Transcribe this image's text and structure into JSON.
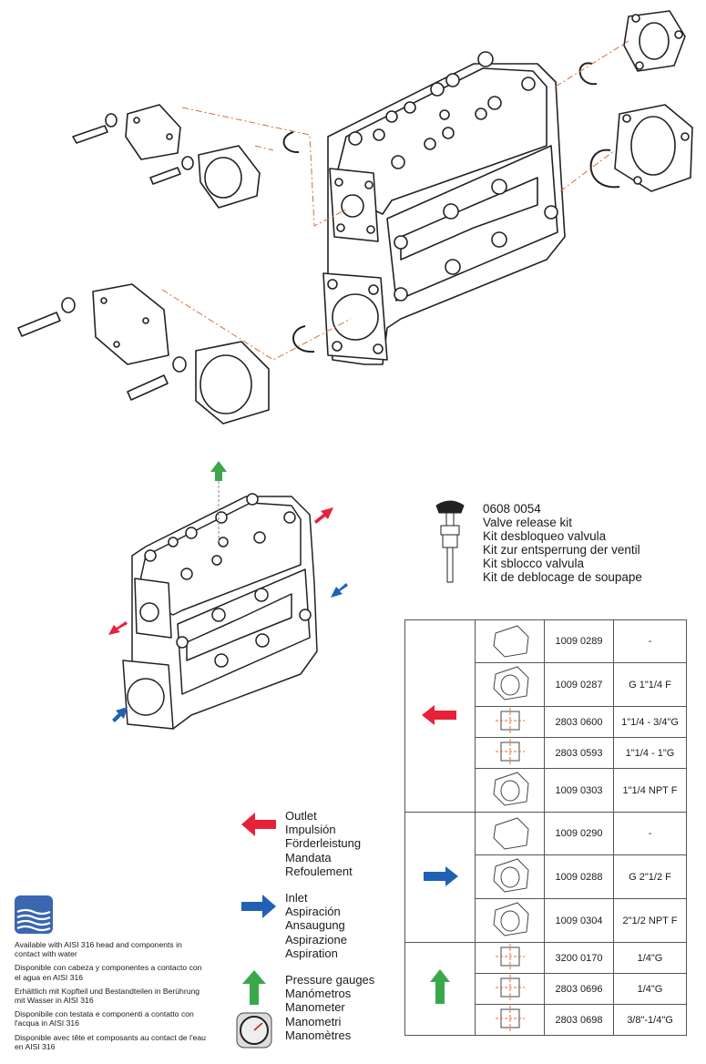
{
  "kit": {
    "code": "0608 0054",
    "labels": [
      "Valve release kit",
      "Kit desbloqueo valvula",
      "Kit zur entsperrung der ventil",
      "Kit sblocco valvula",
      "Kit de deblocage de soupape"
    ]
  },
  "legend": {
    "outlet": [
      "Outlet",
      "Impulsión",
      "Förderleistung",
      "Mandata",
      "Refoulement"
    ],
    "inlet": [
      "Inlet",
      "Aspiración",
      "Ansaugung",
      "Aspirazione",
      "Aspiration"
    ],
    "gauges": [
      "Pressure gauges",
      "Manómetros",
      "Manometer",
      "Manometri",
      "Manomètres"
    ]
  },
  "aisi": [
    "Available with AISI 316 head and components in contact with water",
    "Disponible con cabeza y componentes a contacto con el agua en AISI 316",
    "Erhältlich mit Kopfteil und Bestandteilen in Berührung mit Wasser in AISI 316",
    "Disponibile con testata e componenti a contatto con l'acqua in AISI 316",
    "Disponible avec tête et composants au contact de l'eau en AISI 316"
  ],
  "table": {
    "outlet_rows": [
      {
        "icon": "blind-flange-icon",
        "code": "1009 0289",
        "desc": "-"
      },
      {
        "icon": "threaded-flange-icon",
        "code": "1009 0287",
        "desc": "G 1\"1/4 F"
      },
      {
        "icon": "fitting-icon",
        "code": "2803 0600",
        "desc": "1\"1/4 - 3/4\"G"
      },
      {
        "icon": "fitting-icon",
        "code": "2803 0593",
        "desc": "1\"1/4 - 1\"G"
      },
      {
        "icon": "threaded-flange-icon",
        "code": "1009 0303",
        "desc": "1\"1/4 NPT F"
      }
    ],
    "inlet_rows": [
      {
        "icon": "blind-flange-icon",
        "code": "1009 0290",
        "desc": "-"
      },
      {
        "icon": "threaded-flange-icon",
        "code": "1009 0288",
        "desc": "G 2\"1/2 F"
      },
      {
        "icon": "threaded-flange-icon",
        "code": "1009 0304",
        "desc": "2\"1/2 NPT F"
      }
    ],
    "gauge_rows": [
      {
        "icon": "fitting-icon",
        "code": "3200 0170",
        "desc": "1/4\"G"
      },
      {
        "icon": "fitting-icon",
        "code": "2803 0696",
        "desc": "1/4\"G"
      },
      {
        "icon": "fitting-icon",
        "code": "2803 0698",
        "desc": "3/8\"-1/4\"G"
      }
    ]
  },
  "colors": {
    "outlet": "#e8213a",
    "inlet": "#1f62b5",
    "gauges": "#3aa84a",
    "line": "#222222",
    "dash": "#e06a3a"
  }
}
